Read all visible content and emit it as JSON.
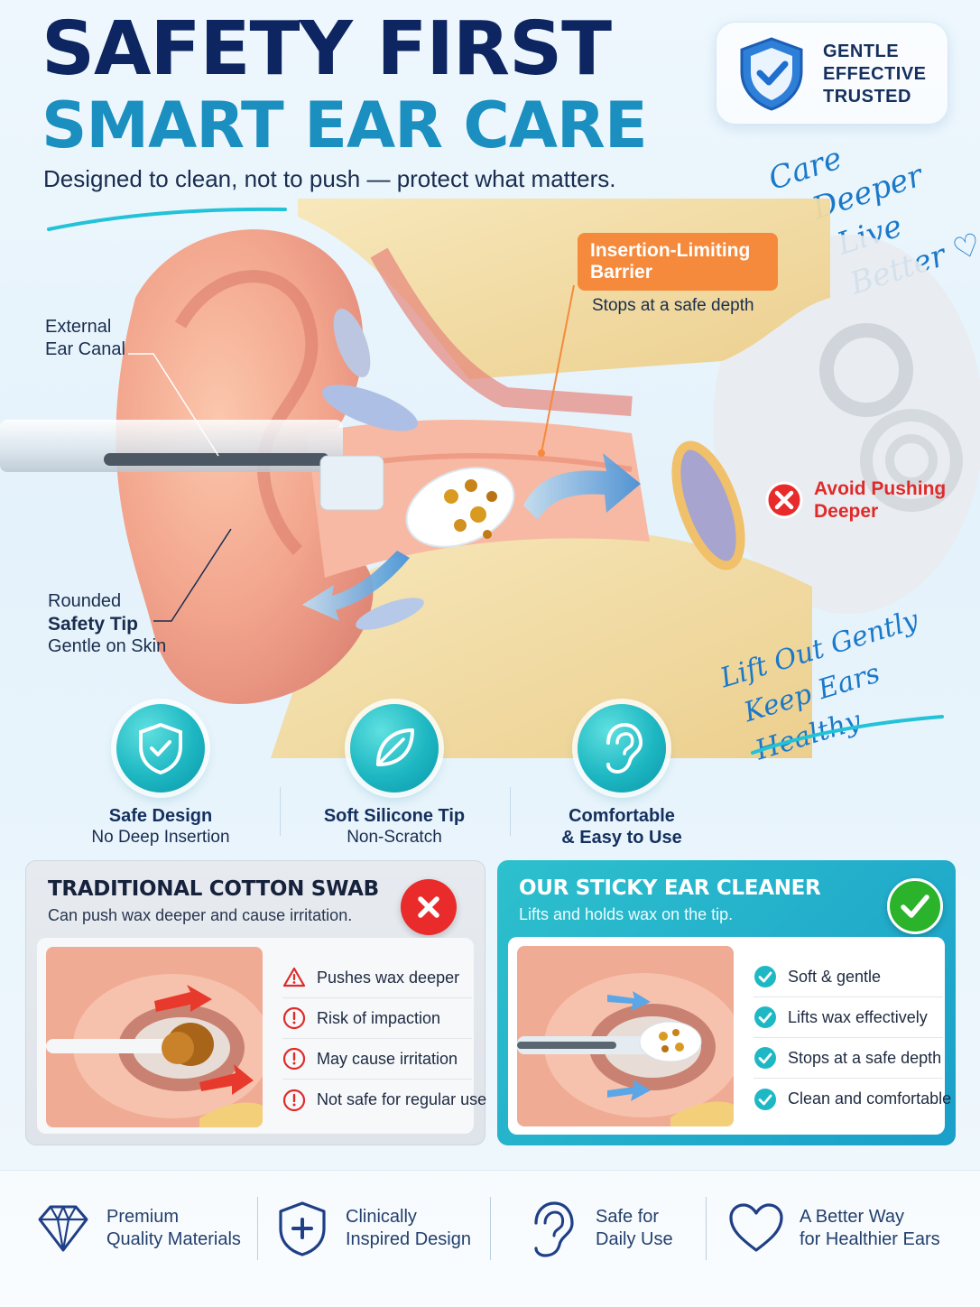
{
  "header": {
    "title_line1": "SAFETY FIRST",
    "title_line2": "SMART EAR CARE",
    "subtitle": "Designed to clean, not to push — protect what matters."
  },
  "badge": {
    "line1": "GENTLE",
    "line2": "EFFECTIVE",
    "line3": "TRUSTED"
  },
  "script_top": {
    "line1": "Care",
    "line2": "Deeper",
    "line3": "Live Better ♡"
  },
  "script_bottom": {
    "line1": "Lift Out Gently",
    "line2": "Keep Ears Healthy"
  },
  "callouts": {
    "canal_line1": "External",
    "canal_line2": "Ear Canal",
    "barrier_title_line1": "Insertion-Limiting",
    "barrier_title_line2": "Barrier",
    "barrier_sub": "Stops at a safe depth",
    "avoid_line1": "Avoid Pushing",
    "avoid_line2": "Deeper",
    "tip_line1": "Rounded",
    "tip_line2": "Safety Tip",
    "tip_line3": "Gentle on Skin"
  },
  "features": [
    {
      "icon": "shield-check-icon",
      "title": "Safe Design",
      "sub": "No Deep Insertion"
    },
    {
      "icon": "leaf-icon",
      "title": "Soft Silicone Tip",
      "sub": "Non-Scratch"
    },
    {
      "icon": "ear-icon",
      "title": "Comfortable",
      "sub": "& Easy to Use"
    }
  ],
  "comparison": {
    "traditional": {
      "title": "TRADITIONAL COTTON SWAB",
      "desc": "Can push wax deeper and cause irritation.",
      "items": [
        "Pushes wax deeper",
        "Risk of impaction",
        "May cause irritation",
        "Not safe for regular use"
      ]
    },
    "ours": {
      "title": "OUR STICKY EAR CLEANER",
      "desc": "Lifts and holds wax on the tip.",
      "items": [
        "Soft & gentle",
        "Lifts wax effectively",
        "Stops at a safe depth",
        "Clean and comfortable"
      ]
    }
  },
  "footer": [
    {
      "icon": "diamond-icon",
      "line1": "Premium",
      "line2": "Quality Materials"
    },
    {
      "icon": "shield-plus-icon",
      "line1": "Clinically",
      "line2": "Inspired Design"
    },
    {
      "icon": "ear-icon",
      "line1": "Safe for",
      "line2": "Daily Use"
    },
    {
      "icon": "heart-icon",
      "line1": "A Better Way",
      "line2": "for Healthier Ears"
    }
  ],
  "colors": {
    "navy": "#0d2560",
    "teal": "#1a8fc0",
    "orange": "#f58a3c",
    "red": "#e02a2a",
    "green": "#2bb32b",
    "cyan": "#1db7c2"
  }
}
